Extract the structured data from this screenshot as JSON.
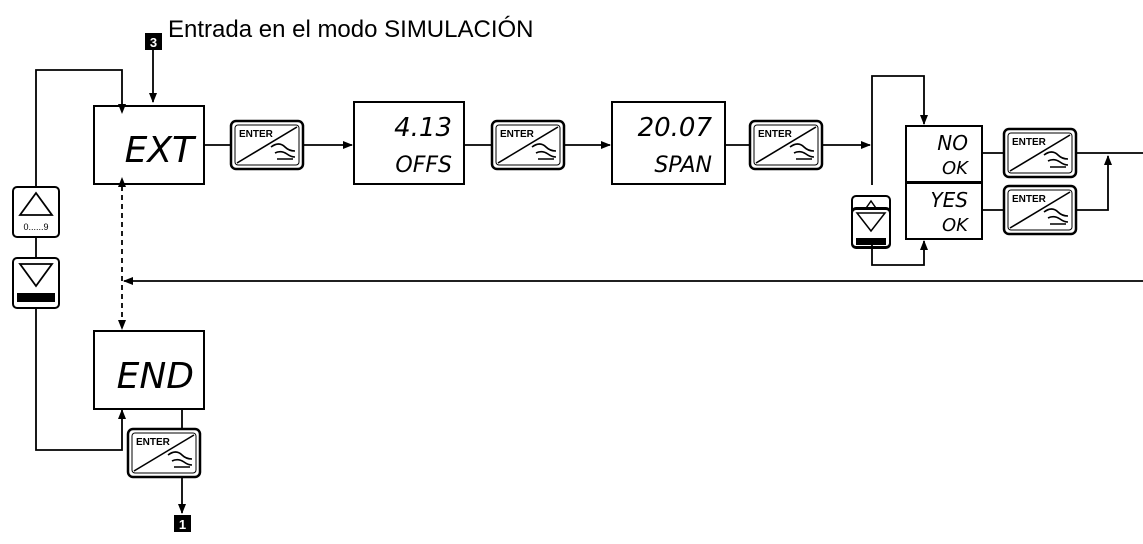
{
  "title": "Entrada en el modo SIMULACIÓN",
  "step_marker_entry": "3",
  "step_marker_exit": "1",
  "key_up_label": "0......9",
  "enter_label": "ENTER",
  "displays": {
    "ext": "EXT",
    "offs_value": "4.13",
    "offs_label": "OFFS",
    "span_value": "20.07",
    "span_label": "SPAN",
    "no": "NO",
    "no_ok": "OK",
    "yes": "YES",
    "yes_ok": "OK",
    "end": "END"
  }
}
